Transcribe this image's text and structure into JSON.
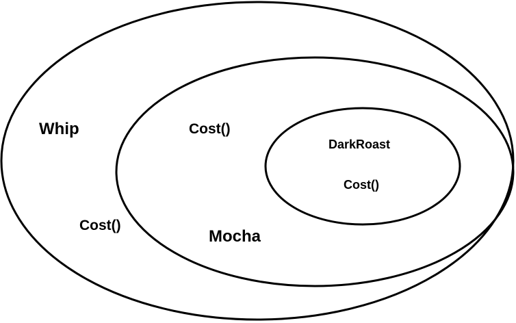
{
  "diagram": {
    "outer": {
      "name": "Whip",
      "method": "Cost()"
    },
    "middle": {
      "name": "Mocha",
      "method": "Cost()"
    },
    "inner": {
      "name": "DarkRoast",
      "method": "Cost()"
    }
  }
}
